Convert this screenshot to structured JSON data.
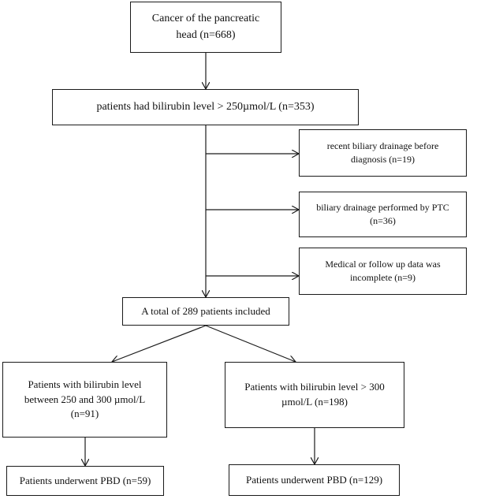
{
  "flowchart": {
    "start": {
      "line1": "Cancer of the pancreatic",
      "line2": "head (n=668)"
    },
    "bilirubin": {
      "text": "patients had bilirubin level > 250µmol/L (n=353)"
    },
    "exclusions": [
      {
        "line1": "recent biliary drainage before",
        "line2": "diagnosis (n=19)"
      },
      {
        "line1": "biliary drainage performed by PTC",
        "line2": "(n=36)"
      },
      {
        "line1": "Medical or follow up data was",
        "line2": "incomplete (n=9)"
      }
    ],
    "included": {
      "text": "A total of 289 patients included"
    },
    "groups": [
      {
        "line1": "Patients with bilirubin level",
        "line2": "between 250 and 300 µmol/L",
        "line3": "(n=91)"
      },
      {
        "line1": "Patients with bilirubin level > 300",
        "line2": "µmol/L (n=198)"
      }
    ],
    "outcomes": [
      {
        "text": "Patients underwent PBD (n=59)"
      },
      {
        "text": "Patients underwent PBD (n=129)"
      }
    ]
  },
  "colors": {
    "line": "#1a1a1a",
    "text": "#111111",
    "background": "#ffffff"
  }
}
